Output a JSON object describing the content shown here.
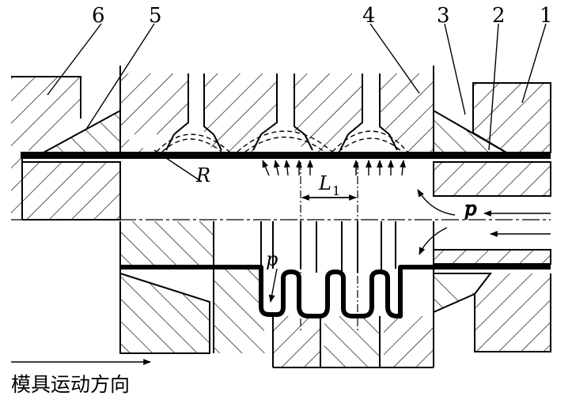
{
  "diagram": {
    "part_numbers": [
      "6",
      "5",
      "4",
      "3",
      "2",
      "1"
    ],
    "radius_label": "R",
    "pitch_label": "L",
    "pitch_subscript": "1",
    "pressure_label_right": "p",
    "pressure_label_bulge": "p",
    "caption": "模具运动方向"
  },
  "colors": {
    "ink": "#000000",
    "background": "#ffffff"
  }
}
